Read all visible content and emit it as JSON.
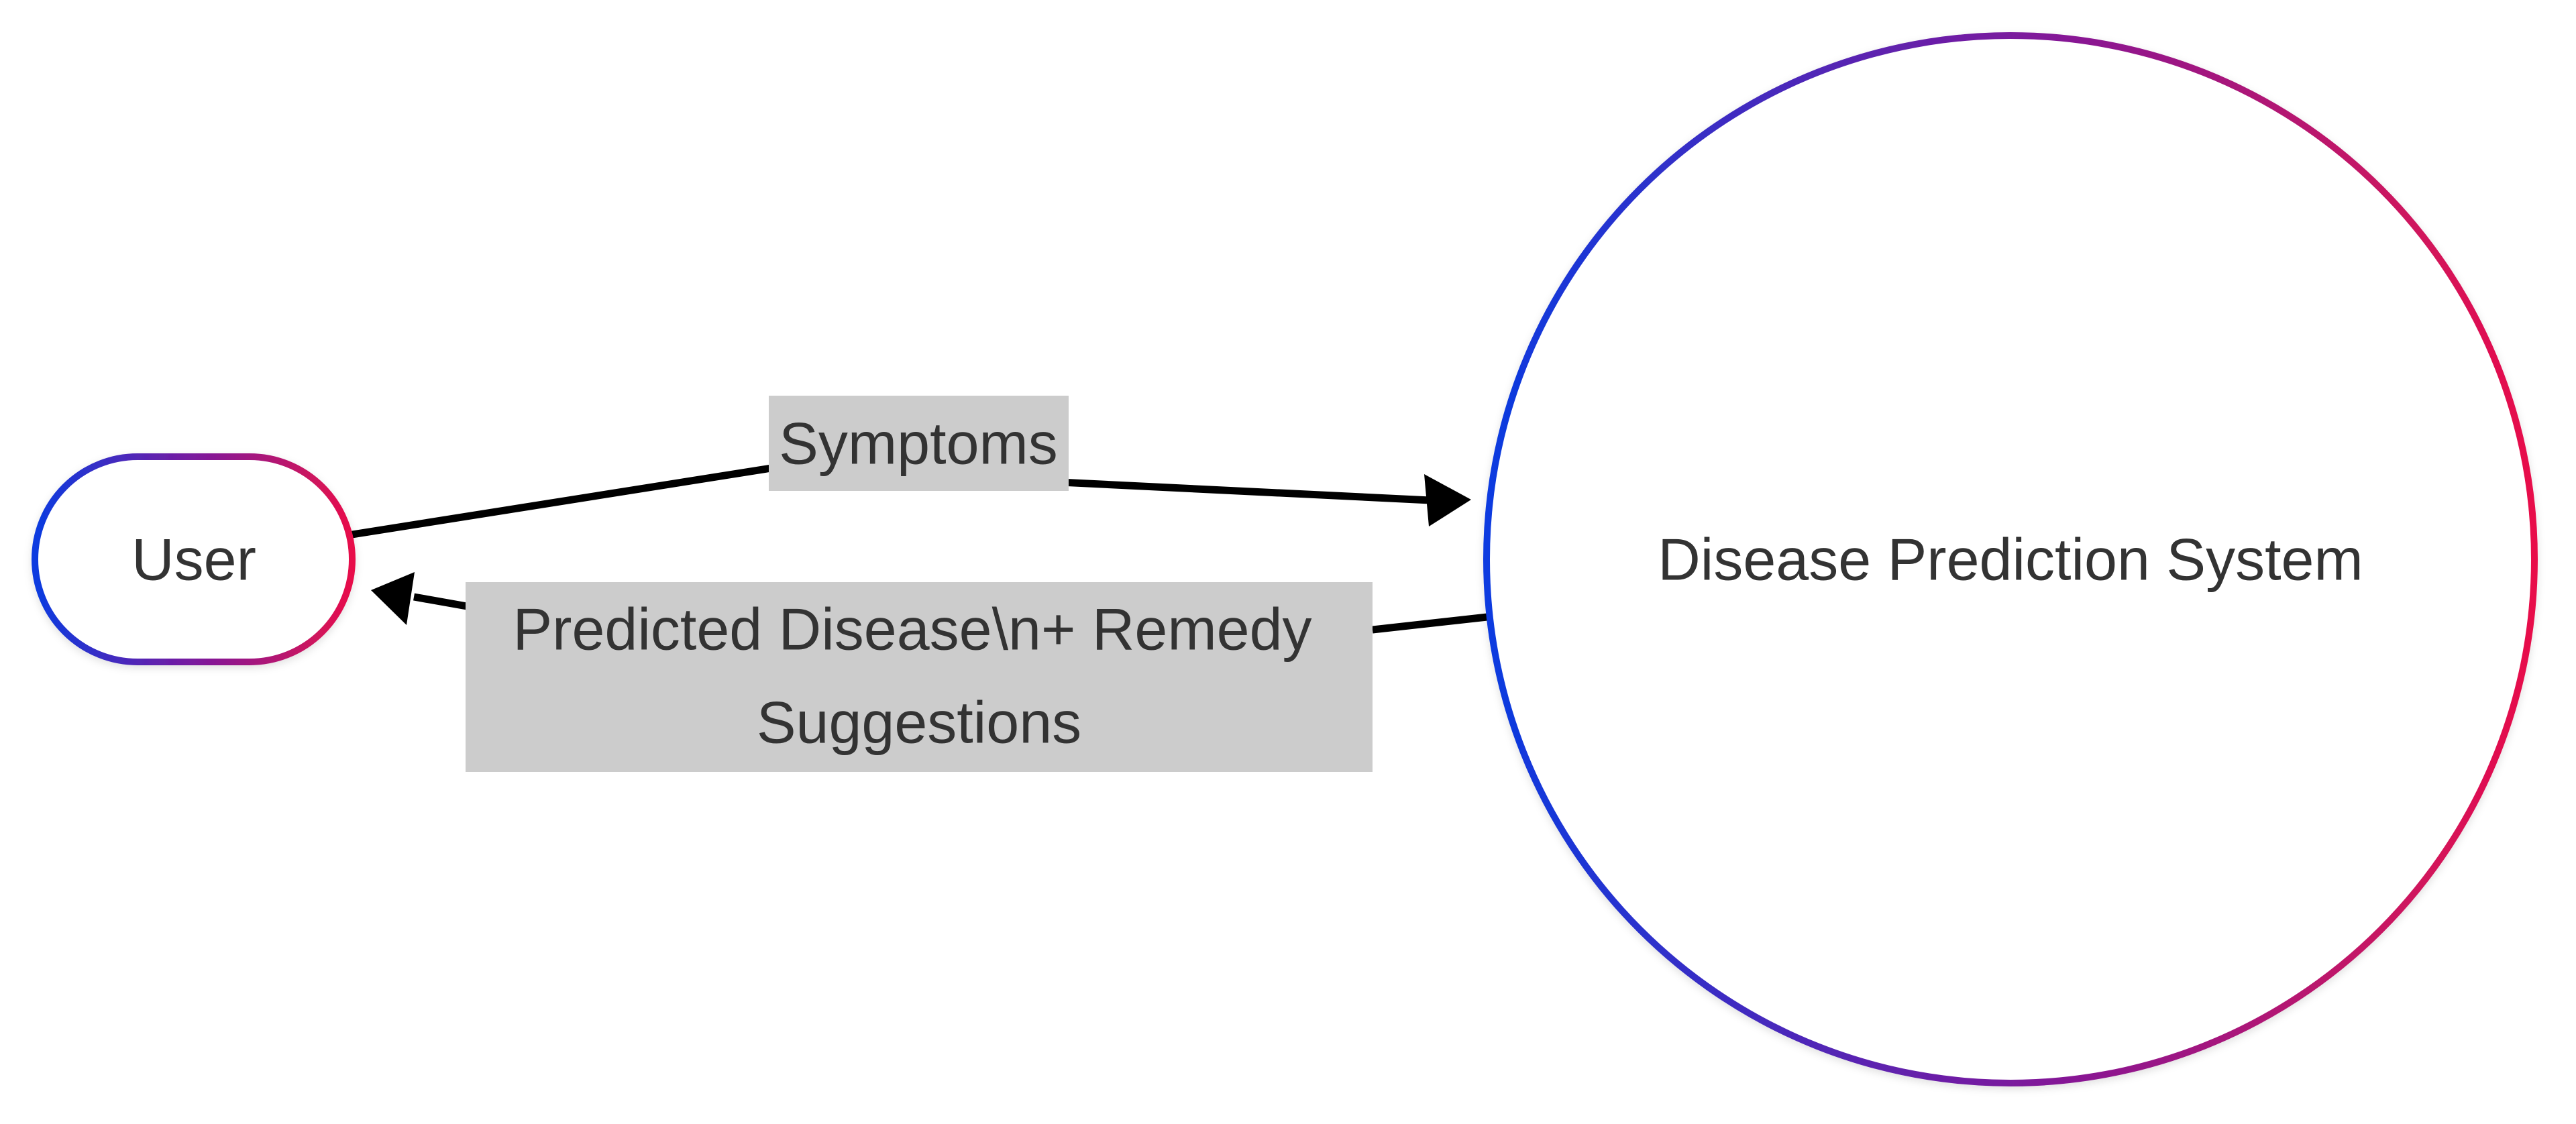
{
  "nodes": {
    "user": {
      "label": "User"
    },
    "system": {
      "label": "Disease Prediction System"
    }
  },
  "edges": {
    "symptoms": {
      "label": "Symptoms"
    },
    "prediction": {
      "label_line1": "Predicted Disease\\n+ Remedy",
      "label_line2": "Suggestions"
    }
  },
  "colors": {
    "gradient_start": "#0a3be0",
    "gradient_mid": "#7a1a9e",
    "gradient_end": "#e8104a",
    "edge_stroke": "#000000",
    "label_bg": "#cccccc",
    "text": "#333333"
  }
}
